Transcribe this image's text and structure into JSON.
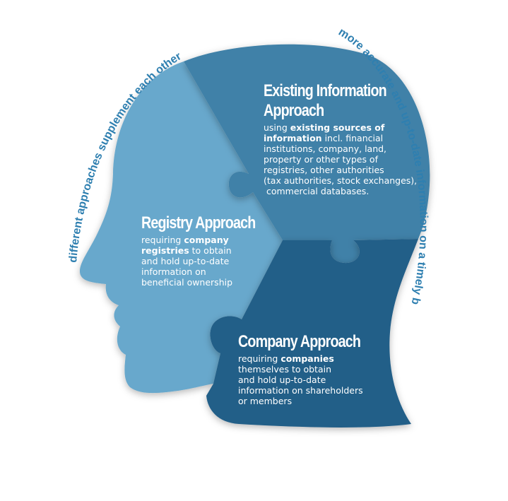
{
  "arc_left": "different approaches supplement each other",
  "arc_right": "more accurate and up-to-date information on a timely basis",
  "pieces": {
    "existing": {
      "title_line1": "Existing Information",
      "title_line2": "Approach",
      "line1_pre": "using ",
      "line1_bold": "existing sources of",
      "line2_bold": "information",
      "line2_post": " incl. financial",
      "line3": "institutions, company, land,",
      "line4": "property or other types of",
      "line5": "registries, other authorities",
      "line6": "(tax authorities, stock exchanges),",
      "line7": " commercial databases.",
      "color": "#3f81a8"
    },
    "registry": {
      "title": "Registry Approach",
      "line1_pre": "requiring ",
      "line1_bold": "company",
      "line2_bold": "registries",
      "line2_post": " to obtain",
      "line3": "and hold up-to-date",
      "line4": "information on",
      "line5": "beneficial ownership",
      "color": "#67a8cc"
    },
    "company": {
      "title": "Company Approach",
      "line1_pre": "requiring ",
      "line1_bold": "companies",
      "line2": "themselves to obtain",
      "line3": "and hold up-to-date",
      "line4": "information on shareholders",
      "line5": "or members",
      "color": "#235e88"
    }
  },
  "colors": {
    "arc_text": "#2e7fb0",
    "piece_text": "#ffffff",
    "background": "#ffffff"
  }
}
